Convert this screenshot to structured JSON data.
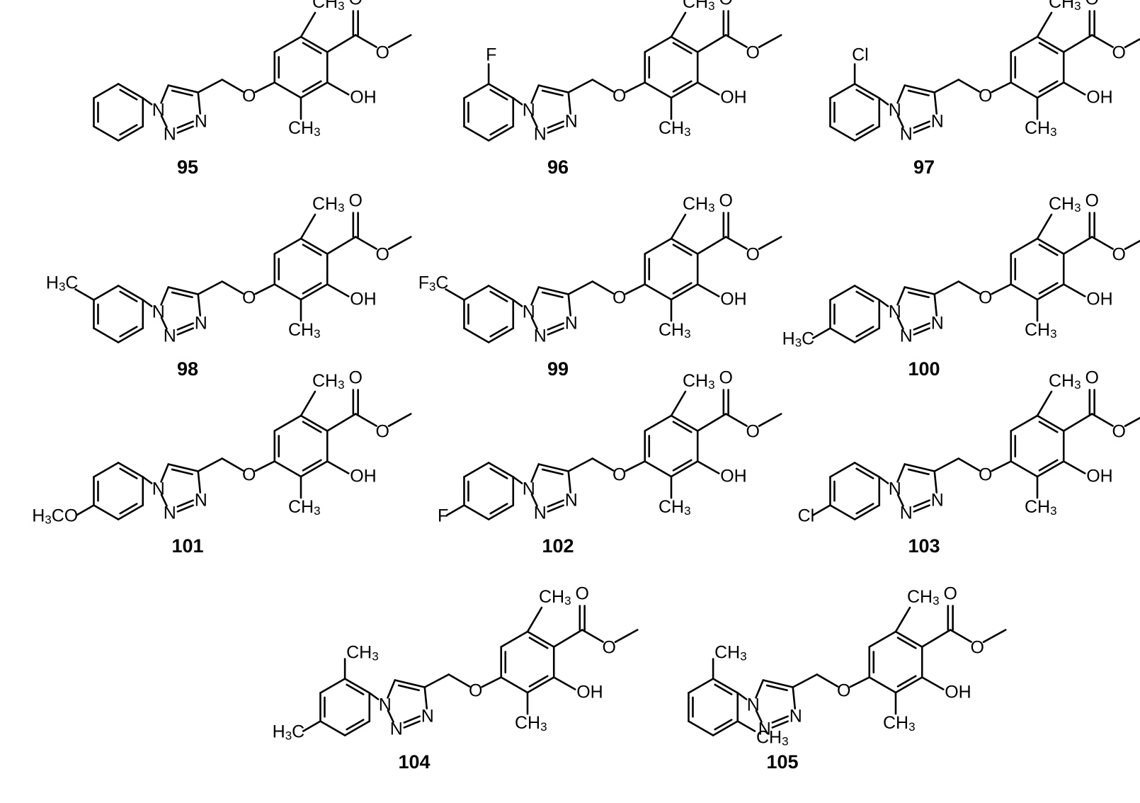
{
  "compounds": [
    {
      "id": "95",
      "substituent": "none"
    },
    {
      "id": "96",
      "substituent": "2-F"
    },
    {
      "id": "97",
      "substituent": "2-Cl"
    },
    {
      "id": "98",
      "substituent": "3-CH3"
    },
    {
      "id": "99",
      "substituent": "3-CF3"
    },
    {
      "id": "100",
      "substituent": "4-CH3"
    },
    {
      "id": "101",
      "substituent": "4-OCH3"
    },
    {
      "id": "102",
      "substituent": "4-F"
    },
    {
      "id": "103",
      "substituent": "4-Cl"
    },
    {
      "id": "104",
      "substituent": "2,4-di-CH3"
    },
    {
      "id": "105",
      "substituent": "2,6-di-CH3"
    }
  ],
  "labels": {
    "N": "N",
    "O": "O",
    "OH": "OH",
    "C": "C",
    "H": "H",
    "F": "F",
    "Cl": "Cl",
    "three": "3"
  },
  "colors": {
    "ink": "#000000",
    "background": "#ffffff"
  }
}
